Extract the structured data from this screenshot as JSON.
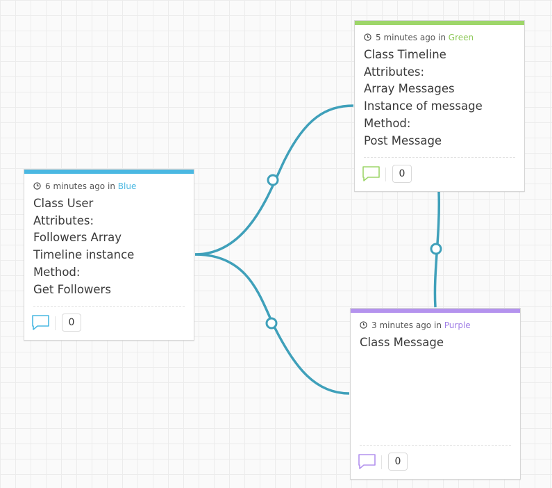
{
  "cards": {
    "user": {
      "time": "6 minutes ago",
      "in_word": "in",
      "color_name": "Blue",
      "accent": "#4ab8e2",
      "lines": [
        "Class User",
        "Attributes:",
        "Followers Array",
        "Timeline instance",
        "Method:",
        "Get Followers"
      ],
      "comment_count": "0"
    },
    "timeline": {
      "time": "5 minutes ago",
      "in_word": "in",
      "color_name": "Green",
      "accent": "#9ed66a",
      "lines": [
        "Class Timeline",
        "Attributes:",
        "Array Messages",
        "Instance of message",
        "Method:",
        "Post Message"
      ],
      "comment_count": "0"
    },
    "message": {
      "time": "3 minutes ago",
      "in_word": "in",
      "color_name": "Purple",
      "accent": "#b493ee",
      "lines": [
        "Class Message"
      ],
      "comment_count": "0"
    }
  },
  "connector_color": "#3fa0ba",
  "icons": {
    "clock": "clock-icon",
    "comment": "comment-bubble-icon"
  }
}
